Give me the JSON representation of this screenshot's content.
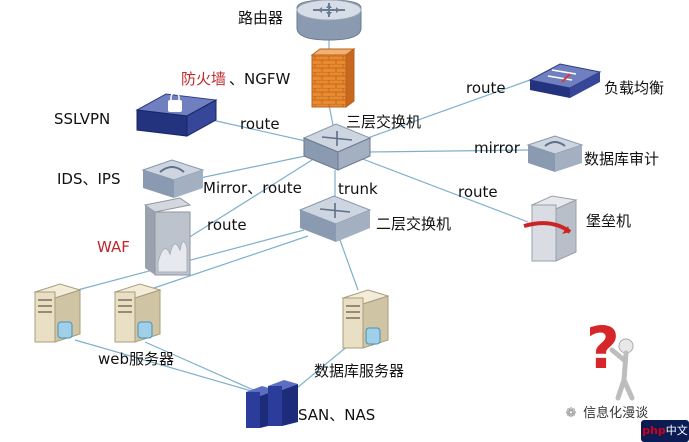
{
  "labels": {
    "router": "路由器",
    "firewall_a": "防火墙",
    "firewall_b": "、NGFW",
    "sslvpn": "SSLVPN",
    "route_sslvpn": "route",
    "l3_switch": "三层交换机",
    "route_lb": "route",
    "load_balancer": "负载均衡",
    "mirror_audit": "mirror",
    "db_audit": "数据库审计",
    "ids_ips": "IDS、IPS",
    "mirror_route": "Mirror、route",
    "trunk": "trunk",
    "route_bastion": "route",
    "bastion": "堡垒机",
    "route_waf": "route",
    "waf": "WAF",
    "l2_switch": "二层交换机",
    "web_server": "web服务器",
    "db_server": "数据库服务器",
    "storage": "SAN、NAS"
  },
  "watermark": {
    "icon": "wechat-icon",
    "text": "信息化漫谈"
  },
  "badge": {
    "prefix": "php",
    "text": "中文网"
  },
  "colors": {
    "device_blue": "#8a9ab0",
    "device_dark_blue": "#23337e",
    "firewall": "#e07a28",
    "link_line": "#7fb0cc",
    "red_label": "#c0282a"
  }
}
